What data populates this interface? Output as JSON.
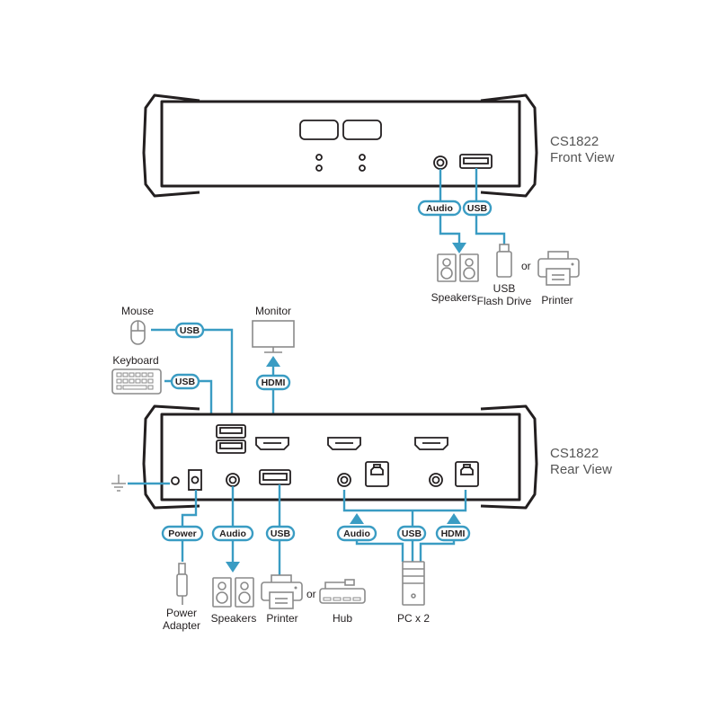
{
  "diagram": {
    "front": {
      "title_line1": "CS1822",
      "title_line2": "Front View",
      "tags": {
        "audio": "Audio",
        "usb": "USB"
      },
      "devices": {
        "speakers": "Speakers",
        "usb_flash_line1": "USB",
        "usb_flash_line2": "Flash Drive",
        "or": "or",
        "printer": "Printer"
      }
    },
    "rear": {
      "title_line1": "CS1822",
      "title_line2": "Rear View",
      "tags": {
        "mouse_usb": "USB",
        "keyboard_usb": "USB",
        "monitor_hdmi": "HDMI",
        "power": "Power",
        "audio": "Audio",
        "printer_usb": "USB",
        "pc_audio": "Audio",
        "pc_usb": "USB",
        "pc_hdmi": "HDMI"
      },
      "devices": {
        "mouse": "Mouse",
        "keyboard": "Keyboard",
        "monitor": "Monitor",
        "power_line1": "Power",
        "power_line2": "Adapter",
        "speakers": "Speakers",
        "printer": "Printer",
        "or": "or",
        "hub": "Hub",
        "pc": "PC x 2"
      }
    },
    "colors": {
      "wire": "#3a9cc3",
      "device_outline": "#231f20",
      "peripheral": "#8a8a8a",
      "title": "#555555"
    }
  }
}
